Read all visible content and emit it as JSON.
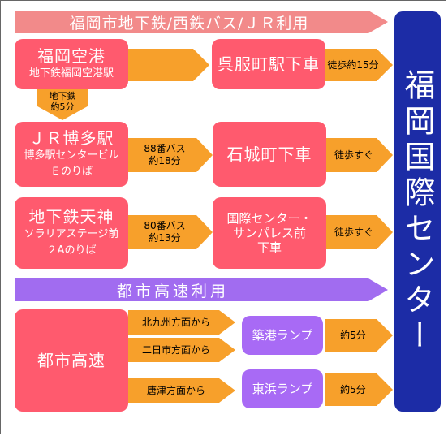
{
  "banner_top": "福岡市地下鉄/西鉄バス/ＪＲ利用",
  "banner_mid": "都市高速利用",
  "destination": "福岡国際センター",
  "row1": {
    "start_title": "福岡空港",
    "start_sub": "地下鉄福岡空港駅",
    "stop": "呉服町駅下車",
    "walk": "徒歩約15分"
  },
  "transfer": {
    "line1": "地下鉄",
    "line2": "約5分"
  },
  "row2": {
    "start_title": "ＪＲ博多駅",
    "start_sub1": "博多駅センタービル",
    "start_sub2": "Ｅのりば",
    "bus_line1": "88番バス",
    "bus_line2": "約18分",
    "stop": "石城町下車",
    "walk": "徒歩すぐ"
  },
  "row3": {
    "start_title": "地下鉄天神",
    "start_sub1": "ソラリアステージ前",
    "start_sub2": "２Aのりば",
    "bus_line1": "80番バス",
    "bus_line2": "約13分",
    "stop_line1": "国際センター・",
    "stop_line2": "サンパレス前",
    "stop_line3": "下車",
    "walk": "徒歩すぐ"
  },
  "expressway": {
    "start": "都市高速",
    "route1": "北九州方面から",
    "route2": "二日市方面から",
    "route3": "唐津方面から",
    "ramp1": "築港ランプ",
    "ramp2": "東浜ランプ",
    "time1": "約5分",
    "time2": "約5分"
  },
  "colors": {
    "top_banner": "#f28a8a",
    "mid_banner": "#a16cf0",
    "start_box": "#ff5a6e",
    "ramp_box": "#a86af5",
    "arrow": "#f7a02b",
    "destination": "#1c2ca6"
  }
}
